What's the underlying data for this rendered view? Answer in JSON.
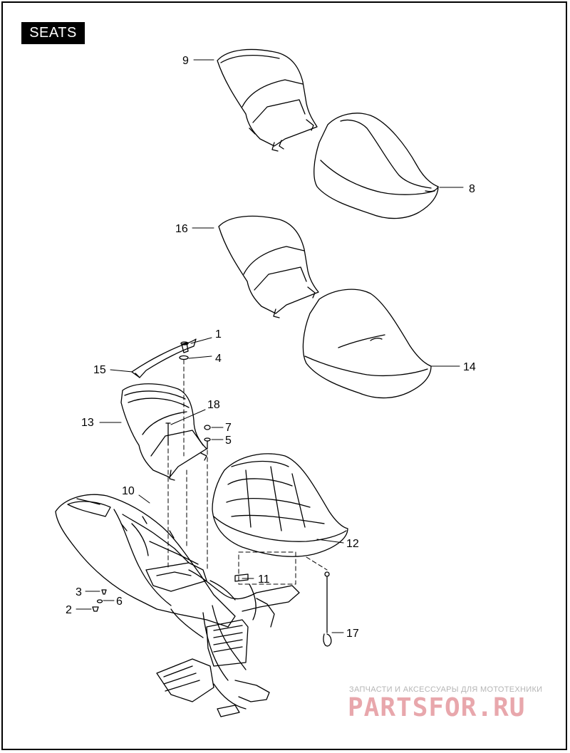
{
  "title": "SEATS",
  "callouts": [
    {
      "id": "c1",
      "label": "1"
    },
    {
      "id": "c2",
      "label": "2"
    },
    {
      "id": "c3",
      "label": "3"
    },
    {
      "id": "c4",
      "label": "4"
    },
    {
      "id": "c5",
      "label": "5"
    },
    {
      "id": "c6",
      "label": "6"
    },
    {
      "id": "c7",
      "label": "7"
    },
    {
      "id": "c8",
      "label": "8"
    },
    {
      "id": "c9",
      "label": "9"
    },
    {
      "id": "c10",
      "label": "10"
    },
    {
      "id": "c11",
      "label": "11"
    },
    {
      "id": "c12",
      "label": "12"
    },
    {
      "id": "c13",
      "label": "13"
    },
    {
      "id": "c14",
      "label": "14"
    },
    {
      "id": "c15",
      "label": "15"
    },
    {
      "id": "c16",
      "label": "16"
    },
    {
      "id": "c17",
      "label": "17"
    },
    {
      "id": "c18",
      "label": "18"
    }
  ],
  "watermark": {
    "tagline": "ЗАПЧАСТИ И АКСЕССУАРЫ ДЛЯ МОТОТЕХНИКИ",
    "brand": "PARTSFOR.RU"
  }
}
